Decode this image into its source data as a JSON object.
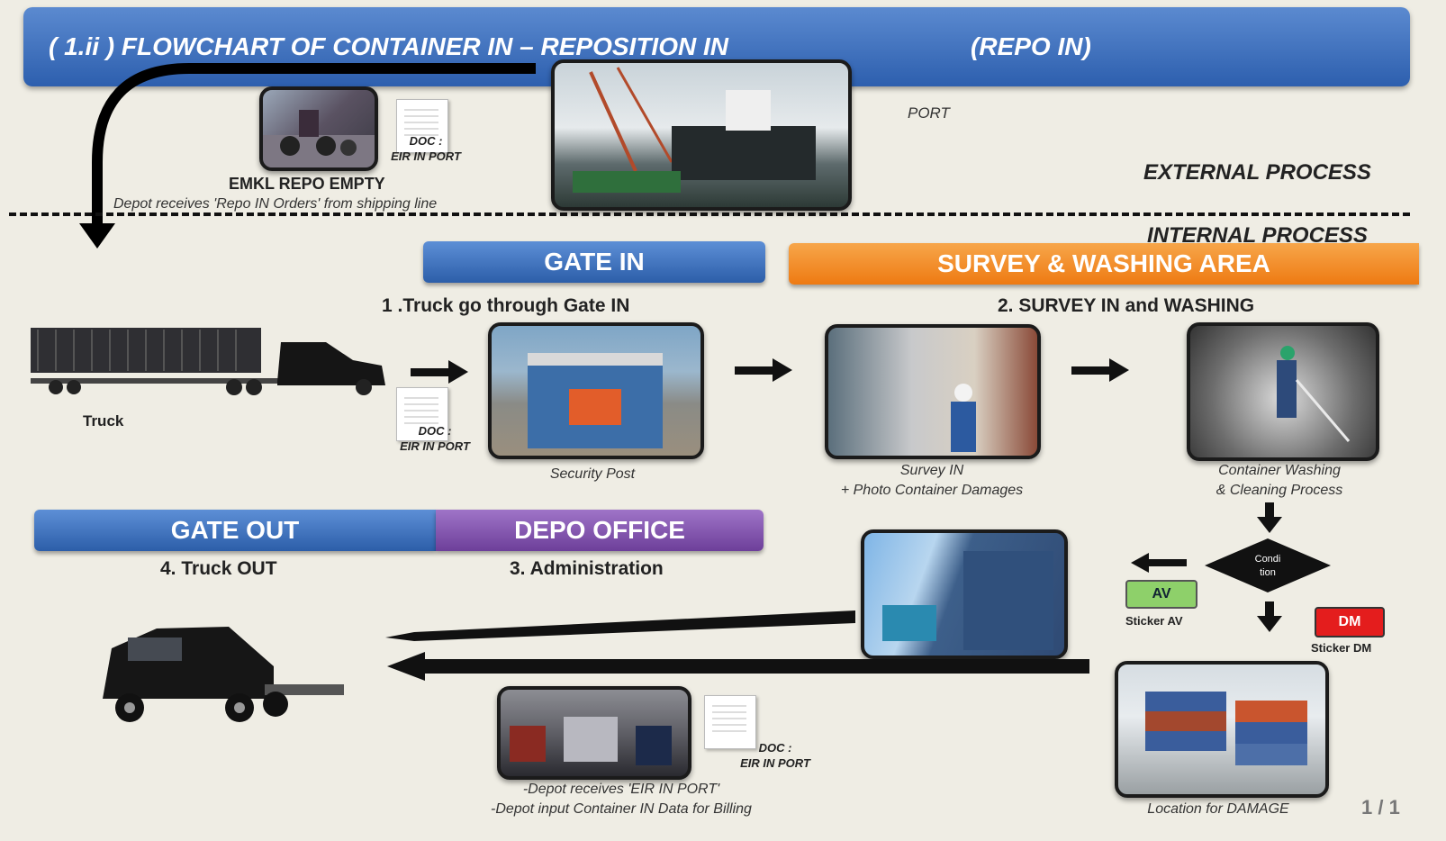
{
  "header": {
    "title_left": "( 1.ii ) FLOWCHART OF CONTAINER IN – REPOSITION IN",
    "title_right": "(REPO IN)"
  },
  "external": {
    "process_label": "EXTERNAL PROCESS",
    "port_label": "PORT",
    "emkl_title": "EMKL REPO EMPTY",
    "emkl_desc": "Depot receives 'Repo IN Orders' from shipping line",
    "doc_title": "DOC :",
    "doc_value": "EIR IN PORT"
  },
  "internal": {
    "process_label": "INTERNAL PROCESS"
  },
  "gate_in": {
    "bar": "GATE IN",
    "step": "1 .Truck go through Gate IN",
    "truck_label": "Truck",
    "doc_title": "DOC :",
    "doc_value": "EIR IN PORT",
    "security_caption": "Security Post"
  },
  "survey": {
    "bar": "SURVEY & WASHING AREA",
    "step": "2. SURVEY IN and WASHING",
    "survey_caption_1": "Survey IN",
    "survey_caption_2": "+ Photo Container Damages",
    "washing_caption_1": "Container Washing",
    "washing_caption_2": "& Cleaning Process",
    "condition_label": "Condi tion",
    "av_tag": "AV",
    "av_caption": "Sticker AV",
    "dm_tag": "DM",
    "dm_caption": "Sticker DM",
    "damage_caption": "Location for DAMAGE"
  },
  "gate_out": {
    "bar": "GATE OUT",
    "step": "4. Truck OUT"
  },
  "depo_office": {
    "bar": "DEPO OFFICE",
    "step": "3. Administration",
    "doc_title": "DOC :",
    "doc_value": "EIR IN PORT",
    "caption_1": "-Depot receives 'EIR IN PORT'",
    "caption_2": "-Depot input Container IN Data for Billing"
  },
  "page_number": "1 / 1",
  "colors": {
    "blue_bar": "#2c5ea9",
    "orange_bar": "#ee7a12",
    "purple_bar": "#6d3f9a",
    "av_green": "#8ed06a",
    "dm_red": "#e41d1d",
    "background": "#efede4"
  }
}
